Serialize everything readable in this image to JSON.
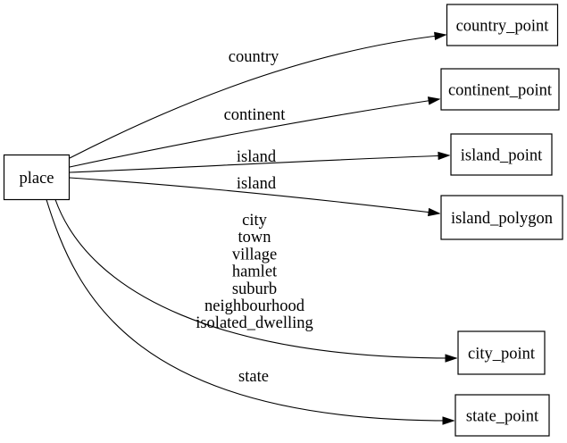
{
  "graph": {
    "colors": {
      "background": "#ffffff",
      "node_fill": "#ffffff",
      "node_border": "#000000",
      "edge_stroke": "#000000",
      "text": "#000000"
    },
    "nodes": [
      {
        "id": "place",
        "label": "place"
      },
      {
        "id": "country_point",
        "label": "country_point"
      },
      {
        "id": "continent_point",
        "label": "continent_point"
      },
      {
        "id": "island_point",
        "label": "island_point"
      },
      {
        "id": "island_polygon",
        "label": "island_polygon"
      },
      {
        "id": "city_point",
        "label": "city_point"
      },
      {
        "id": "state_point",
        "label": "state_point"
      }
    ],
    "edges": [
      {
        "from": "place",
        "to": "country_point",
        "lines": [
          "country"
        ]
      },
      {
        "from": "place",
        "to": "continent_point",
        "lines": [
          "continent"
        ]
      },
      {
        "from": "place",
        "to": "island_point",
        "lines": [
          "island"
        ]
      },
      {
        "from": "place",
        "to": "island_polygon",
        "lines": [
          "island"
        ]
      },
      {
        "from": "place",
        "to": "city_point",
        "lines": [
          "city",
          "town",
          "village",
          "hamlet",
          "suburb",
          "neighbourhood",
          "isolated_dwelling"
        ]
      },
      {
        "from": "place",
        "to": "state_point",
        "lines": [
          "state"
        ]
      }
    ]
  }
}
